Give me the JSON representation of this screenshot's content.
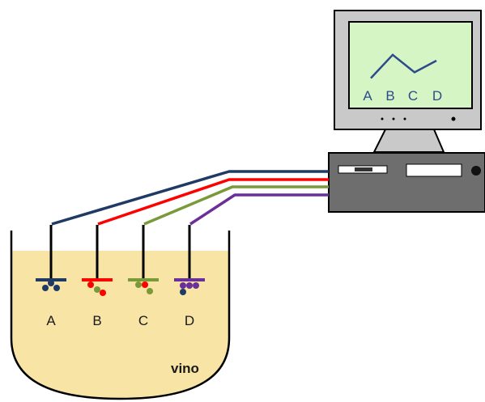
{
  "container": {
    "liquid_label": "vino",
    "liquid_color": "#f8e4a4"
  },
  "sensors": [
    {
      "label": "A",
      "color": "#1f3a64",
      "dot_colors": [
        "#1f3a64",
        "#1f3a64",
        "#1f3a64"
      ]
    },
    {
      "label": "B",
      "color": "#ff0000",
      "dot_colors": [
        "#ff0000",
        "#7a9a3a",
        "#ff0000"
      ]
    },
    {
      "label": "C",
      "color": "#7a9a3a",
      "dot_colors": [
        "#7a9a3a",
        "#ff0000",
        "#7a9a3a"
      ]
    },
    {
      "label": "D",
      "color": "#6a2f9a",
      "dot_colors": [
        "#6a2f9a",
        "#6a2f9a",
        "#6a2f9a",
        "#1f3a64"
      ]
    }
  ],
  "monitor": {
    "screen_color": "#d6f5c4",
    "plot_labels": [
      "A",
      "B",
      "C",
      "D"
    ],
    "plot_profile": [
      0.15,
      0.95,
      0.35,
      0.75
    ],
    "plot_color": "#2e4a8c"
  },
  "computer": {
    "case_color": "#6e6e6e"
  }
}
